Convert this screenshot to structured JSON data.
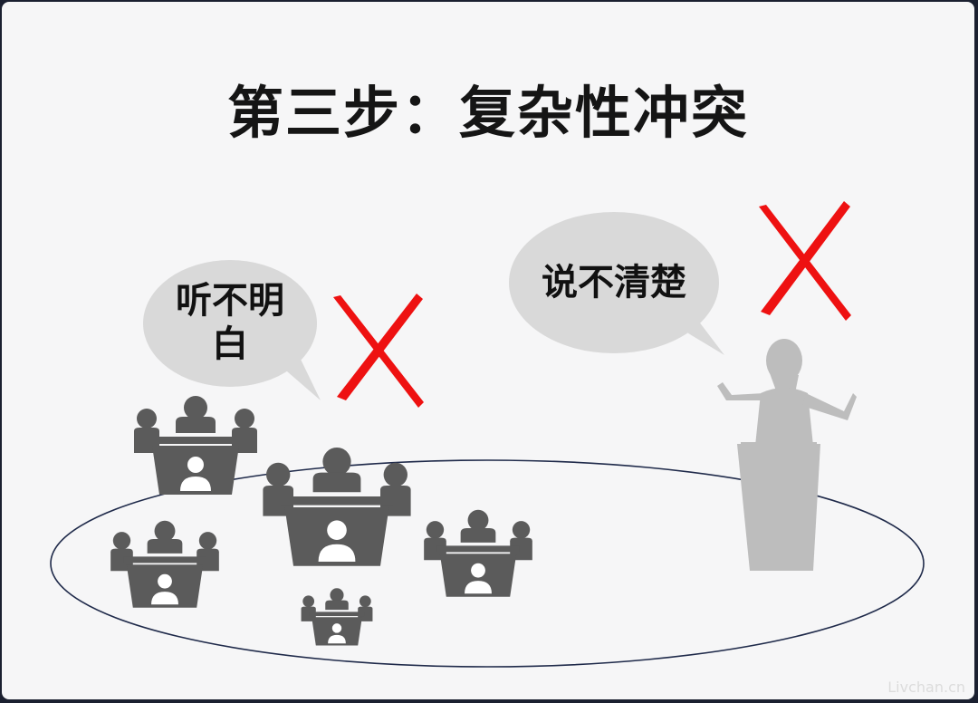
{
  "slide": {
    "title": "第三步：复杂性冲突",
    "audience_bubble": "听不明白",
    "speaker_bubble": "说不清楚",
    "watermark": "Livchan.cn"
  },
  "icons": {
    "audience_groups": [
      "meeting-table-icon",
      "meeting-table-icon",
      "meeting-table-icon",
      "meeting-table-icon",
      "meeting-table-icon"
    ],
    "speaker": "speaker-at-podium-icon",
    "marks": [
      "red-x-icon",
      "red-x-icon"
    ]
  },
  "colors": {
    "background": "#f6f6f7",
    "title": "#151515",
    "bubble": "#d9d9d9",
    "people": "#5b5b5b",
    "speaker": "#bdbdbd",
    "x_mark": "#ee1111",
    "ellipse_stroke": "#1f2a4a"
  }
}
